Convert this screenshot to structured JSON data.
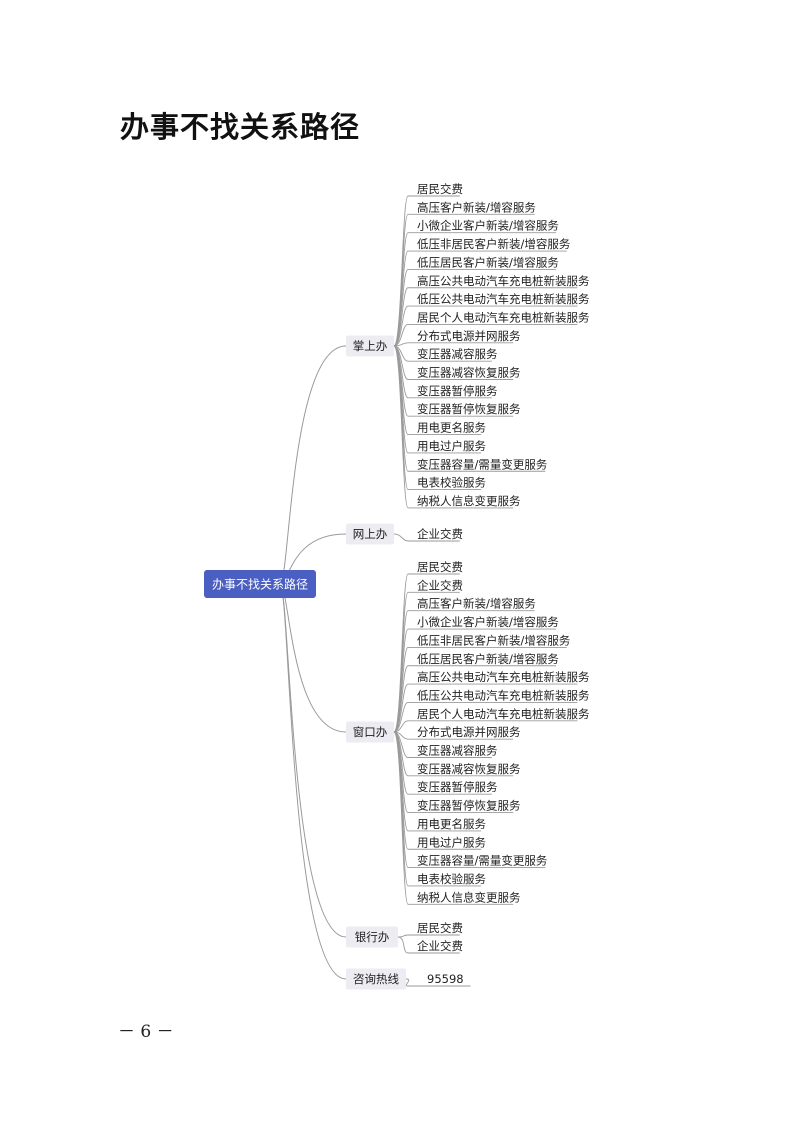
{
  "page_title": "办事不找关系路径",
  "page_number": "－ 6 －",
  "colors": {
    "root_fill": "#4a5fc1",
    "root_text": "#ffffff",
    "branch_fill": "#ececf2",
    "connector": "#9a9a9a",
    "leaf_underline": "#9a9a9a"
  },
  "mindmap": {
    "root": "办事不找关系路径",
    "branches": [
      {
        "label": "掌上办",
        "leaves": [
          "居民交费",
          "高压客户新装/增容服务",
          "小微企业客户新装/增容服务",
          "低压非居民客户新装/增容服务",
          "低压居民客户新装/增容服务",
          "高压公共电动汽车充电桩新装服务",
          "低压公共电动汽车充电桩新装服务",
          "居民个人电动汽车充电桩新装服务",
          "分布式电源并网服务",
          "变压器减容服务",
          "变压器减容恢复服务",
          "变压器暂停服务",
          "变压器暂停恢复服务",
          "用电更名服务",
          "用电过户服务",
          "变压器容量/需量变更服务",
          "电表校验服务",
          "纳税人信息变更服务"
        ]
      },
      {
        "label": "网上办",
        "leaves": [
          "企业交费"
        ]
      },
      {
        "label": "窗口办",
        "leaves": [
          "居民交费",
          "企业交费",
          "高压客户新装/增容服务",
          "小微企业客户新装/增容服务",
          "低压非居民客户新装/增容服务",
          "低压居民客户新装/增容服务",
          "高压公共电动汽车充电桩新装服务",
          "低压公共电动汽车充电桩新装服务",
          "居民个人电动汽车充电桩新装服务",
          "分布式电源并网服务",
          "变压器减容服务",
          "变压器减容恢复服务",
          "变压器暂停服务",
          "变压器暂停恢复服务",
          "用电更名服务",
          "用电过户服务",
          "变压器容量/需量变更服务",
          "电表校验服务",
          "纳税人信息变更服务"
        ]
      },
      {
        "label": "银行办",
        "leaves": [
          "居民交费",
          "企业交费"
        ]
      },
      {
        "label": "咨询热线",
        "leaves": [
          "95598"
        ]
      }
    ]
  }
}
